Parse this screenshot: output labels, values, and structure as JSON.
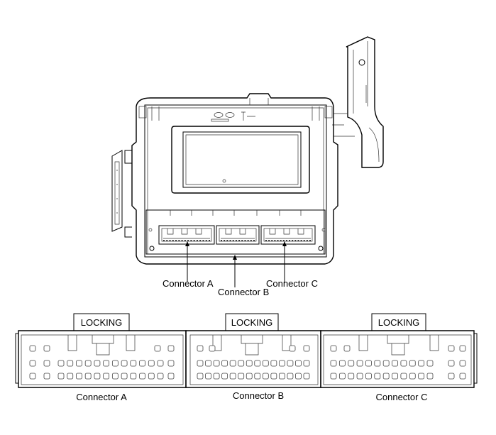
{
  "labels": {
    "callout_a": "Connector A",
    "callout_b": "Connector B",
    "callout_c": "Connector C",
    "locking_a": "LOCKING",
    "locking_b": "LOCKING",
    "locking_c": "LOCKING",
    "face_a": "Connector A",
    "face_b": "Connector B",
    "face_c": "Connector C"
  }
}
